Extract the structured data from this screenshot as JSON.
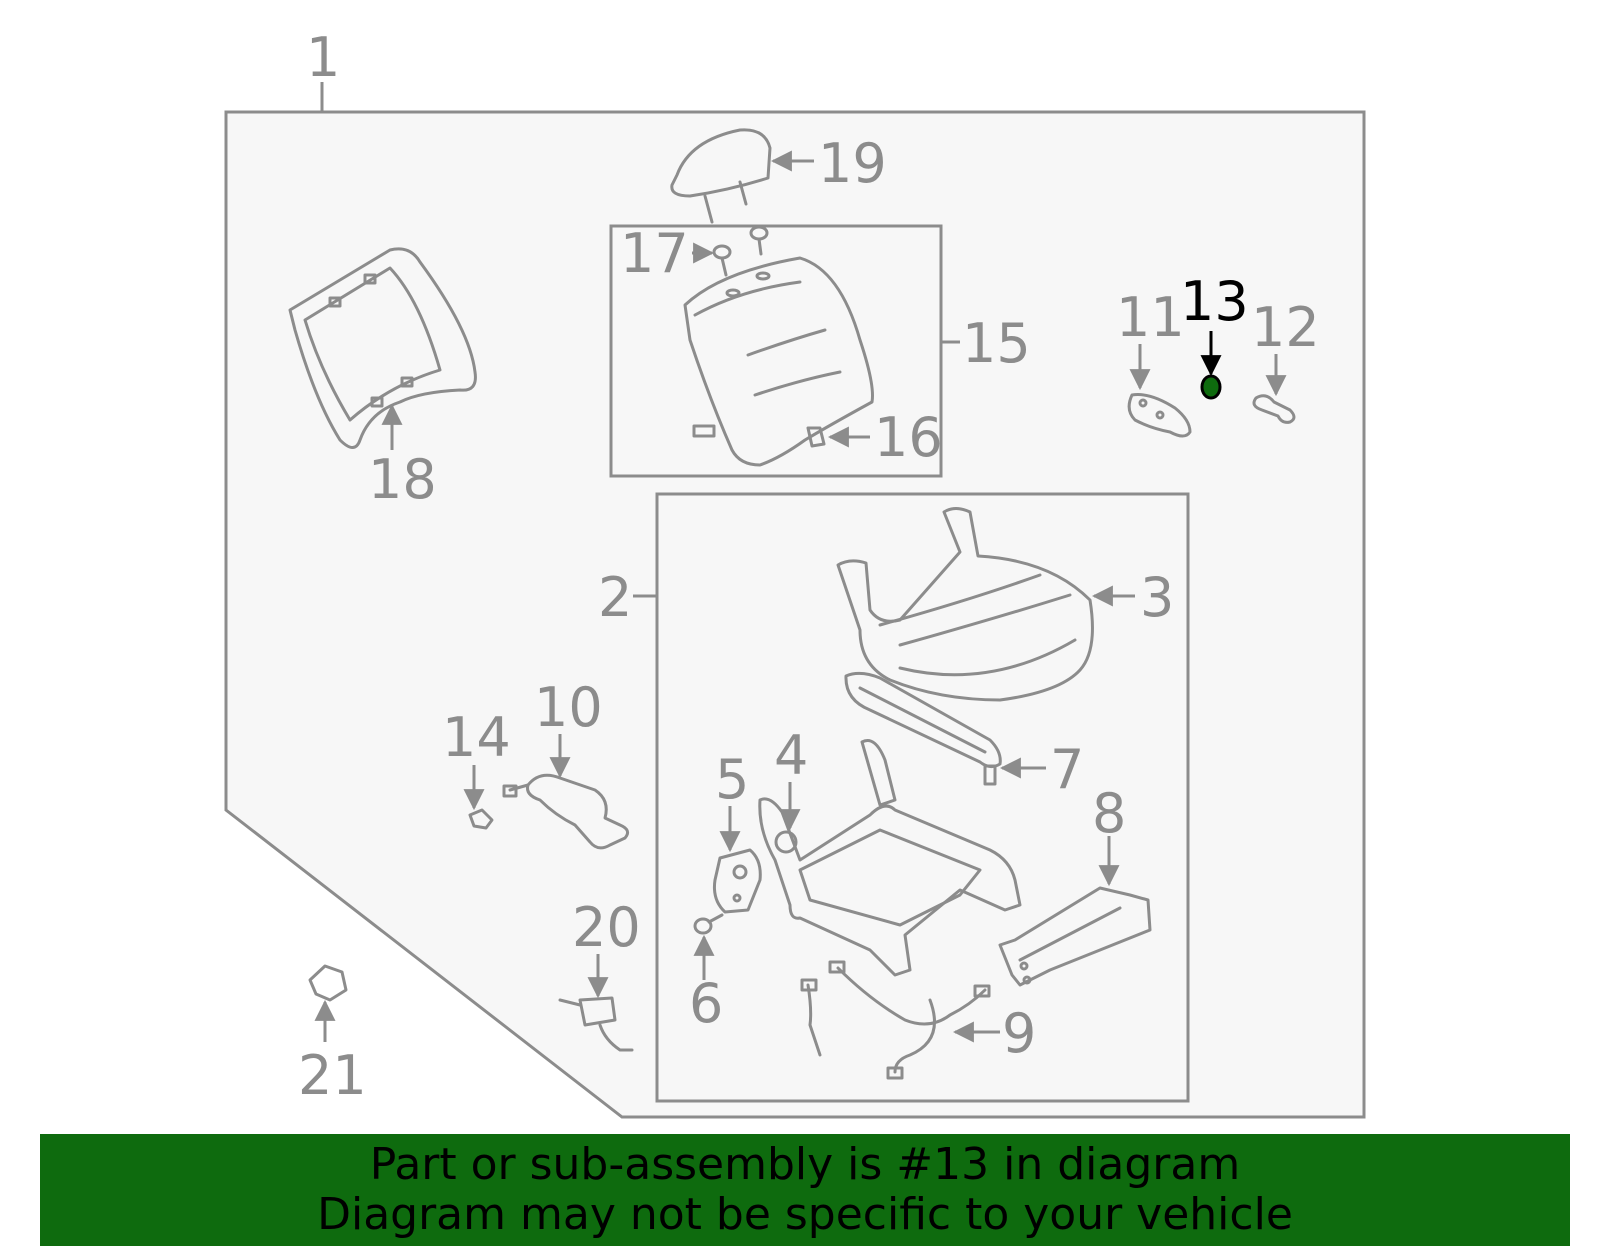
{
  "diagram": {
    "highlight_color": "#0e6b0e",
    "callouts": [
      {
        "id": "1",
        "label": "1"
      },
      {
        "id": "2",
        "label": "2"
      },
      {
        "id": "3",
        "label": "3"
      },
      {
        "id": "4",
        "label": "4"
      },
      {
        "id": "5",
        "label": "5"
      },
      {
        "id": "6",
        "label": "6"
      },
      {
        "id": "7",
        "label": "7"
      },
      {
        "id": "8",
        "label": "8"
      },
      {
        "id": "9",
        "label": "9"
      },
      {
        "id": "10",
        "label": "10"
      },
      {
        "id": "11",
        "label": "11"
      },
      {
        "id": "12",
        "label": "12"
      },
      {
        "id": "13",
        "label": "13"
      },
      {
        "id": "14",
        "label": "14"
      },
      {
        "id": "15",
        "label": "15"
      },
      {
        "id": "16",
        "label": "16"
      },
      {
        "id": "17",
        "label": "17"
      },
      {
        "id": "18",
        "label": "18"
      },
      {
        "id": "19",
        "label": "19"
      },
      {
        "id": "20",
        "label": "20"
      },
      {
        "id": "21",
        "label": "21"
      }
    ]
  },
  "banner": {
    "line1": "Part or sub-assembly is #13 in diagram",
    "line2": "Diagram may not be specific to your vehicle"
  }
}
